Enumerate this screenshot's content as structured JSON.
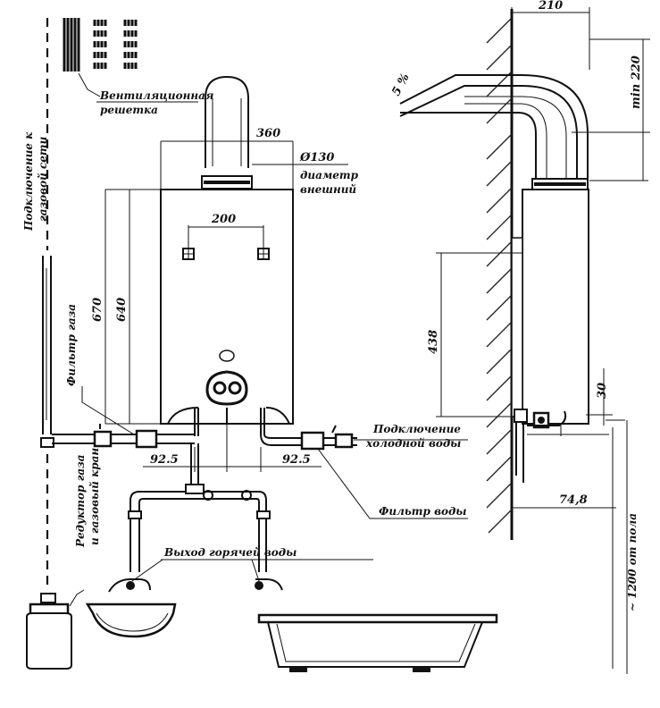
{
  "labels": {
    "vent_grille": [
      "Вентиляционная",
      "решетка"
    ],
    "gas_connection": [
      "Подключение к",
      "газовой сети"
    ],
    "gas_filter": "Фильтр газа",
    "gas_reducer": [
      "Редуктор газа",
      "и газовый кран"
    ],
    "cold_water": [
      "Подключение",
      "холодной воды"
    ],
    "water_filter": "Фильтр воды",
    "hot_water_outlet": "Выход горячей воды",
    "flue_diameter": [
      "Ø130",
      "диаметр",
      "внешний"
    ],
    "slope": "5 %",
    "floor_height": "~ 1200 от пола"
  },
  "dimensions": {
    "width": "360",
    "mount_spacing": "200",
    "height_total": "670",
    "height_body": "640",
    "gas_offset": "92.5",
    "water_offset": "92.5",
    "depth_flue": "210",
    "min_flue_rise": "min 220",
    "rail_height": "438",
    "bottom_gap": "30",
    "wall_offset": "74,8"
  }
}
